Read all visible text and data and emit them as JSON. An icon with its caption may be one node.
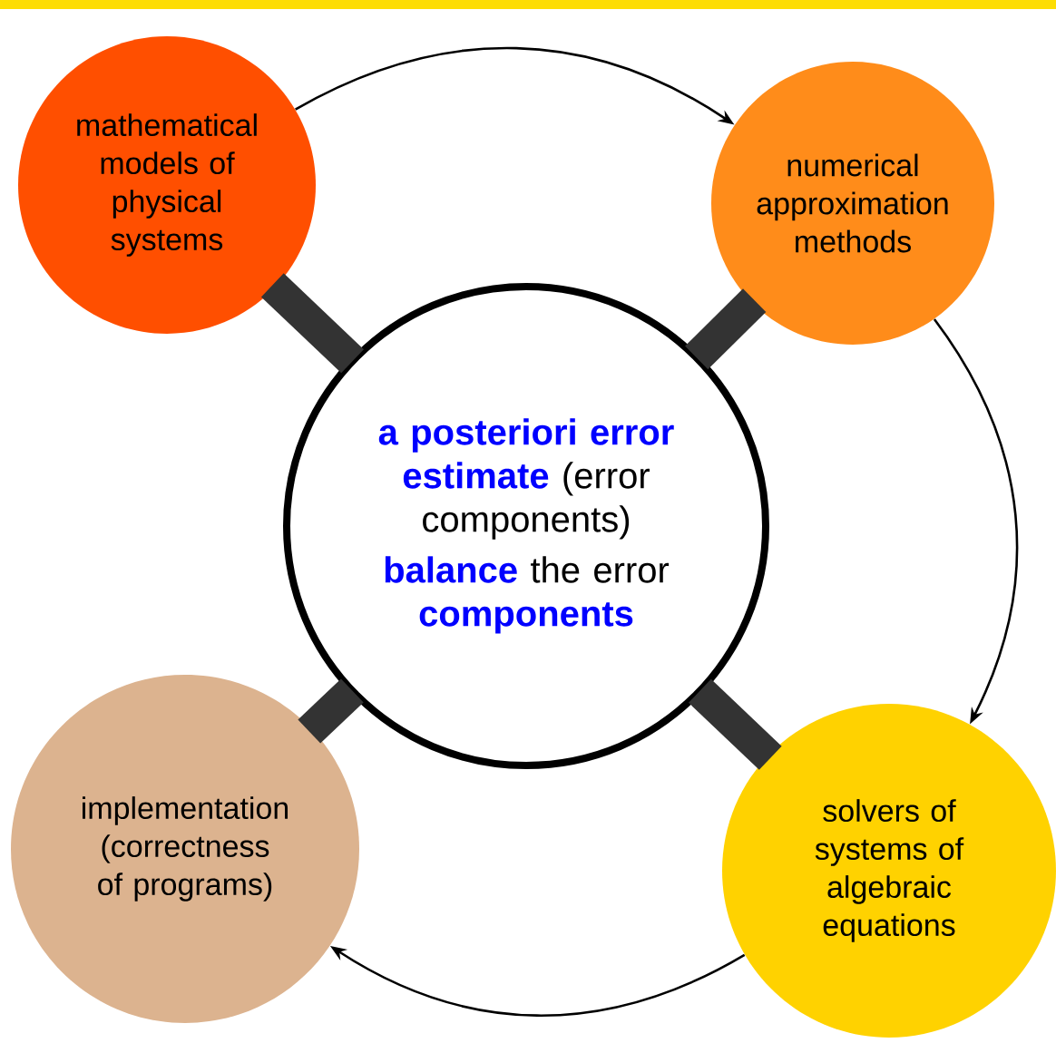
{
  "diagram": {
    "nodes": [
      {
        "text": [
          "mathematical models of physical systems"
        ]
      },
      {
        "text": [
          "numerical approximation methods"
        ]
      },
      {
        "text": [
          "**a posteriori error estimate** (error components)",
          "**balance** the error **components**"
        ]
      },
      {
        "text": [
          "implementation (correctness of programs)"
        ]
      },
      {
        "text": [
          "solvers of systems of algebraic equations"
        ]
      }
    ],
    "edges": [
      {
        "from": 0,
        "to": 1,
        "arrow": "to"
      },
      {
        "from": 1,
        "to": 4,
        "arrow": "to"
      },
      {
        "from": 4,
        "to": 3,
        "arrow": "to"
      },
      {
        "from": 2,
        "to": 0,
        "arrow": "none"
      },
      {
        "from": 2,
        "to": 1,
        "arrow": "none"
      },
      {
        "from": 2,
        "to": 3,
        "arrow": "none"
      },
      {
        "from": 2,
        "to": 4,
        "arrow": "none"
      }
    ]
  }
}
